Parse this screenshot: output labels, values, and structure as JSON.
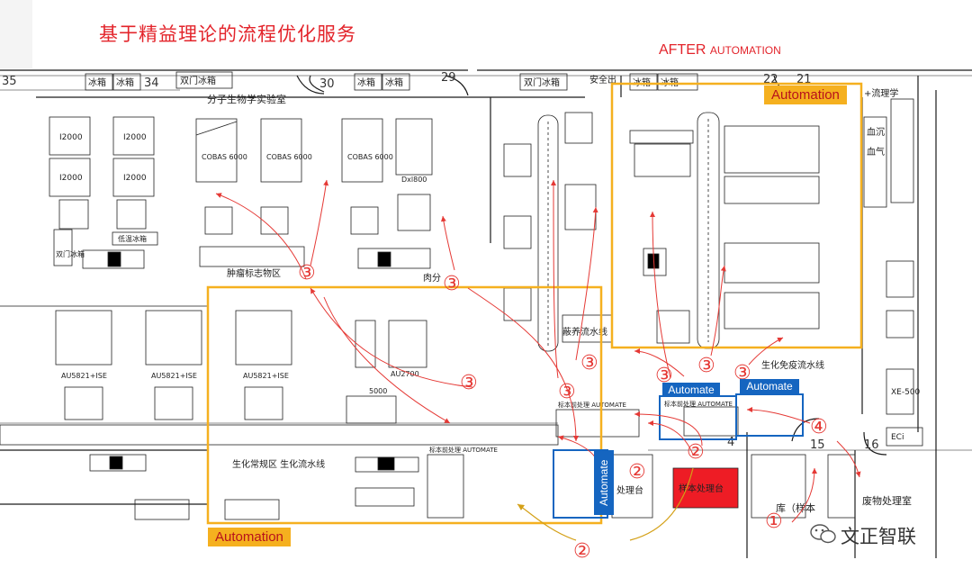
{
  "title": "基于精益理论的流程优化服务",
  "after_main": "AFTER ",
  "after_small": "AUTOMATION",
  "automation_labels": [
    "Automation",
    "Automation"
  ],
  "automate_tags": [
    "Automate",
    "Automate",
    "Automate"
  ],
  "room_numbers": [
    "35",
    "34",
    "30",
    "29",
    "22",
    "21",
    "4",
    "15",
    "16"
  ],
  "rooms": {
    "mol_lab": "分子生物学实验室",
    "tumor_area": "肿瘤标志物区",
    "meat": "肉分",
    "routine_area": "生化常规区  生化流水线",
    "immuno_line": "生化免疫流水线",
    "prep_counter": "处理台",
    "sample_proc": "样本处理台",
    "waste_room": "废物处理室",
    "sample_store": "库（样本",
    "pipeline": "蔽养流水线",
    "exit": "安全出"
  },
  "fridges": [
    "冰箱",
    "冰箱",
    "双门冰箱",
    "冰箱",
    "冰箱",
    "双门冰箱",
    "冰箱",
    "冰箱"
  ],
  "instruments": {
    "i2000": [
      "I2000",
      "I2000",
      "I2000",
      "I2000"
    ],
    "cobas": [
      "COBAS 6000",
      "COBAS 6000",
      "COBAS 6000"
    ],
    "dxi": "Dxl800",
    "au5821": [
      "AU5821+ISE",
      "AU5821+ISE",
      "AU5821+ISE"
    ],
    "au2700": "AU2700",
    "5000": "5000",
    "automate_box": "标本前处理 AUTOMATE",
    "automate_box2": "标本前处理 AUTOMATE",
    "automate_box3": "标本前处理 AUTOMATE",
    "xe5000": "XE-500",
    "eci": "ECi",
    "double_fridge_side": "双门冰箱",
    "low_temp": "低温冰箱"
  },
  "right_edge_texts": [
    "+流理学",
    "血沉",
    "血气"
  ],
  "step_markers": [
    "③",
    "③",
    "③",
    "③",
    "③",
    "③",
    "③",
    "③",
    "②",
    "②",
    "②",
    "④",
    "①"
  ],
  "watermark": "文正智联",
  "colors": {
    "title_red": "#e3242b",
    "automation_orange": "#f5b01f",
    "automate_blue": "#1565c0",
    "marker_red": "#e53935",
    "sample_red": "#ee1c25",
    "floor_line": "#1a1a1a"
  }
}
